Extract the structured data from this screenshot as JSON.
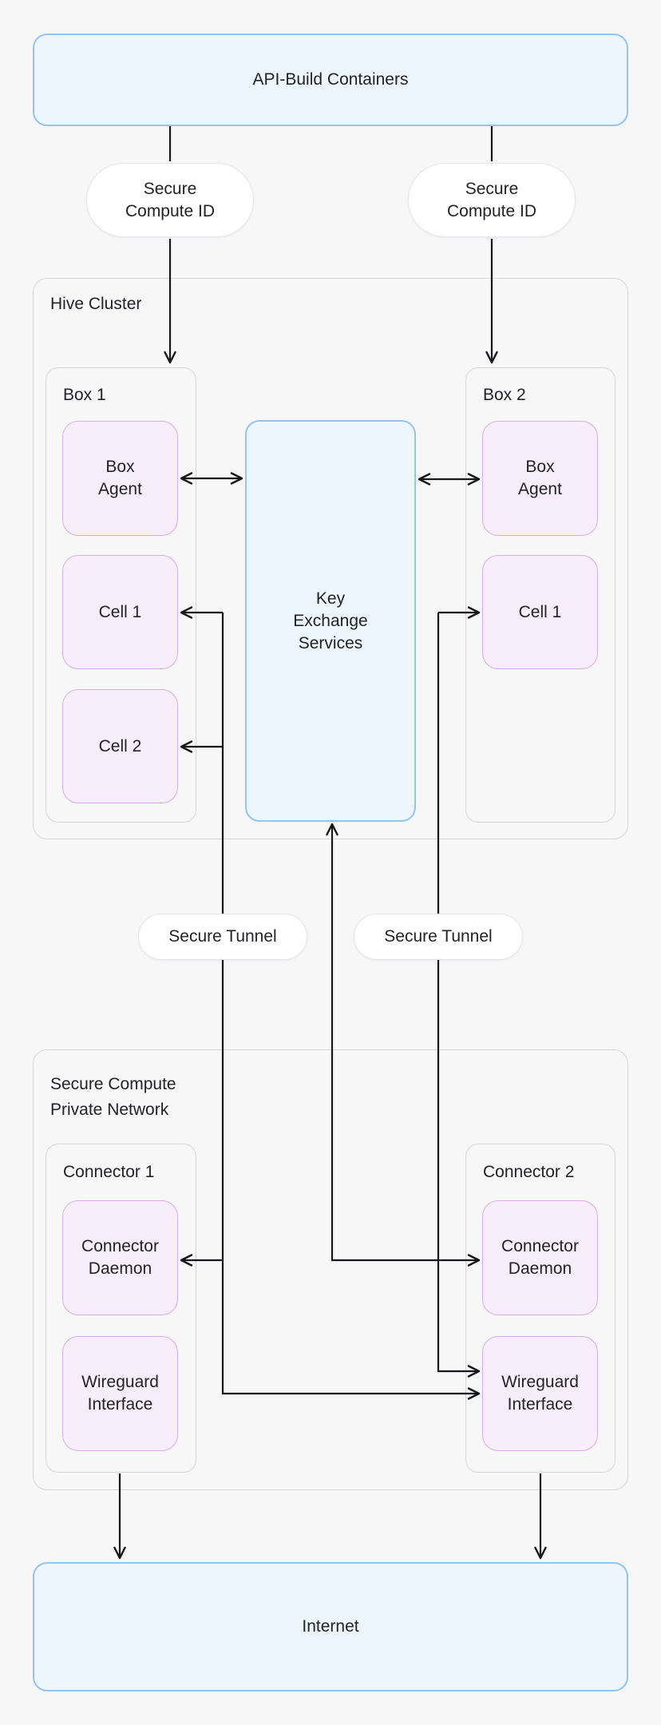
{
  "colors": {
    "background": "#f7f7f8",
    "blue_fill": "#edf5fd",
    "blue_border": "#92c4ef",
    "purple_fill": "#f7edfb",
    "purple_border": "#d9abe8",
    "container_border": "#d6d6da",
    "pill_border": "#e6e6ea",
    "line": "#17171a",
    "text": "#232327"
  },
  "api_box": {
    "label": "API-Build Containers"
  },
  "secure_compute_id_left": {
    "label": "Secure\nCompute ID"
  },
  "secure_compute_id_right": {
    "label": "Secure\nCompute ID"
  },
  "hive_cluster": {
    "label": "Hive Cluster",
    "box1": {
      "label": "Box 1",
      "agent": {
        "label": "Box\nAgent"
      },
      "cell1": {
        "label": "Cell 1"
      },
      "cell2": {
        "label": "Cell 2"
      }
    },
    "box2": {
      "label": "Box 2",
      "agent": {
        "label": "Box\nAgent"
      },
      "cell1": {
        "label": "Cell 1"
      }
    }
  },
  "key_exchange_services": {
    "label": "Key\nExchange\nServices"
  },
  "secure_tunnel_left": {
    "label": "Secure Tunnel"
  },
  "secure_tunnel_right": {
    "label": "Secure Tunnel"
  },
  "private_network": {
    "label": "Secure Compute\nPrivate Network",
    "connector1": {
      "label": "Connector 1",
      "daemon": {
        "label": "Connector\nDaemon"
      },
      "wireguard": {
        "label": "Wireguard\nInterface"
      }
    },
    "connector2": {
      "label": "Connector 2",
      "daemon": {
        "label": "Connector\nDaemon"
      },
      "wireguard": {
        "label": "Wireguard\nInterface"
      }
    }
  },
  "internet_box": {
    "label": "Internet"
  }
}
